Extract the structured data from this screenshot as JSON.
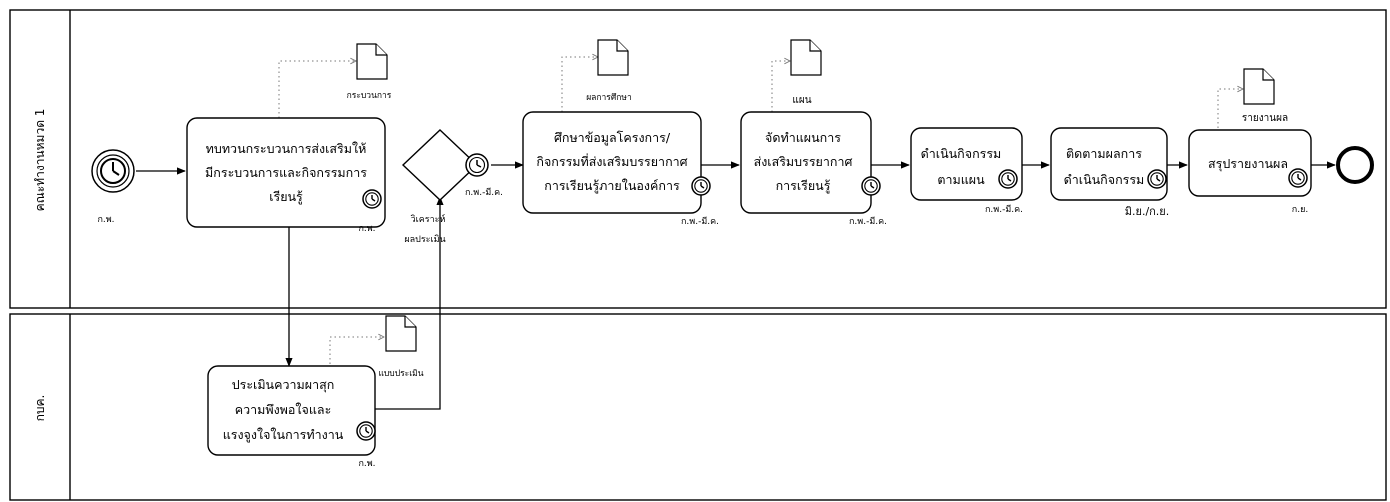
{
  "lanes": [
    {
      "title": "คณะทำงานหมวด 1"
    },
    {
      "title": "กบค."
    }
  ],
  "start_event": {
    "label": "ก.พ."
  },
  "tasks": [
    {
      "lines": [
        "ทบทวนกระบวนการส่งเสริมให้",
        "มีกระบวนการและกิจกรรมการ",
        "เรียนรู้"
      ],
      "time": "ก.พ."
    },
    {
      "lines": [
        "ประเมินความผาสุก",
        "ความพึงพอใจและ",
        "แรงจูงใจในการทำงาน"
      ],
      "time": "ก.พ."
    },
    {
      "lines": [
        "ศึกษาข้อมูลโครงการ/",
        "กิจกรรมที่ส่งเสริมบรรยากาศ",
        "การเรียนรู้ภายในองค์การ"
      ],
      "time": "ก.พ.-มี.ค."
    },
    {
      "lines": [
        "จัดทำแผนการ",
        "ส่งเสริมบรรยากาศ",
        "การเรียนรู้"
      ],
      "time": "ก.พ.-มี.ค."
    },
    {
      "lines": [
        "ดำเนินกิจกรรม",
        "ตามแผน"
      ],
      "time": "ก.พ.-มี.ค."
    },
    {
      "lines": [
        "ติดตามผลการ",
        "ดำเนินกิจกรรม"
      ],
      "time": "มิ.ย./ก.ย."
    },
    {
      "lines": [
        "สรุปรายงานผล"
      ],
      "time": "ก.ย."
    }
  ],
  "gateway": {
    "lines": [
      "วิเคราะห์",
      "ผลประเมิน"
    ],
    "time": "ก.พ.-มี.ค."
  },
  "documents": [
    {
      "label": "กระบวนการ"
    },
    {
      "label": "แบบประเมิน"
    },
    {
      "label": "ผลการศึกษา"
    },
    {
      "label": "แผน"
    },
    {
      "label": "รายงานผล"
    }
  ]
}
